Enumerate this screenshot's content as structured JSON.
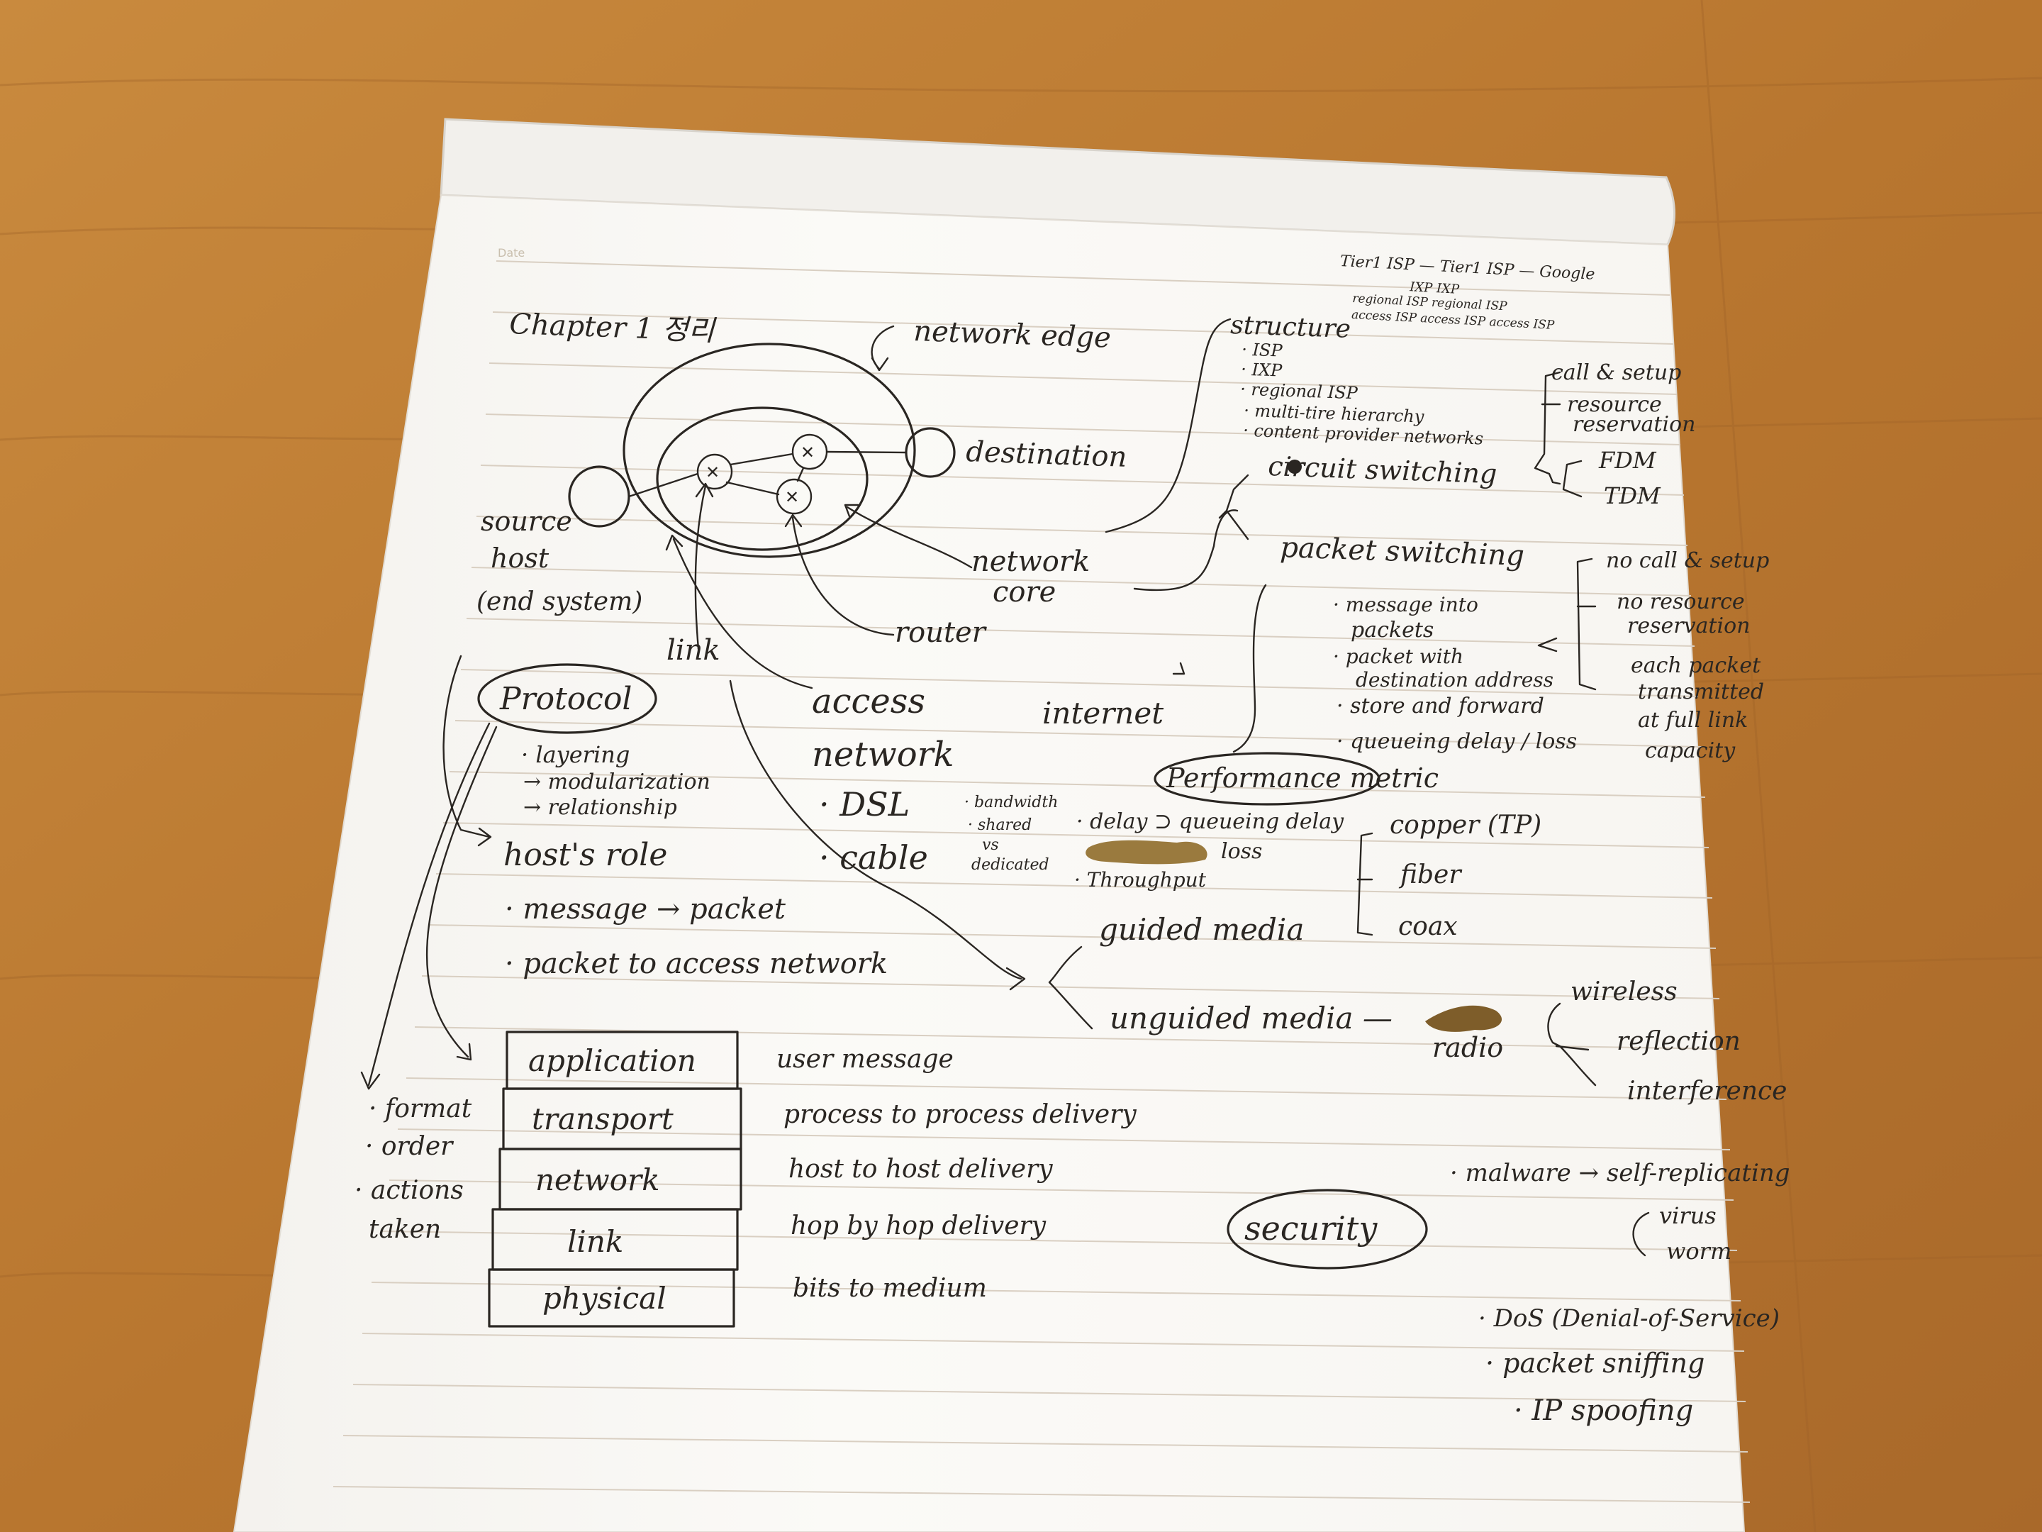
{
  "scene": "handwritten study notes on a lined notepad on a wooden desk",
  "colors": {
    "desk": "#b8762f",
    "paper": "#fbfaf7",
    "ink": "#2a2622",
    "rule": "#d9cfc2",
    "gold": "#9a7a3e"
  },
  "notes": {
    "date_label": "Date",
    "title": "Chapter 1 정리",
    "diagram": {
      "network_edge": "network edge",
      "destination": "destination",
      "source": "source",
      "host": "host",
      "end_system": "(end system)",
      "link": "link",
      "router": "router",
      "network_core": "network",
      "network_core2": "core",
      "access": "access",
      "access_network": "network",
      "dsl": "· DSL",
      "cable": "· cable",
      "internet": "internet",
      "bw1": "· bandwidth",
      "bw2": "· shared",
      "bw3": "vs",
      "bw4": "dedicated"
    },
    "protocol": {
      "title": "Protocol",
      "items": [
        "· layering",
        "→ modularization",
        "→ relationship"
      ]
    },
    "host_role": {
      "title": "host's role",
      "items": [
        "· message → packet",
        "· packet to access network"
      ]
    },
    "stack": {
      "layers": [
        "application",
        "transport",
        "network",
        "link",
        "physical"
      ],
      "descriptions": [
        "user message",
        "process to process delivery",
        "host to host delivery",
        "hop by hop delivery",
        "bits to medium"
      ],
      "side": [
        "· format",
        "· order",
        "· actions",
        "taken"
      ]
    },
    "isp": {
      "line1": "Tier1 ISP — Tier1 ISP — Google",
      "line2": "IXP     IXP",
      "line3": "regional ISP   regional ISP",
      "line4": "access ISP  access ISP  access ISP"
    },
    "structure": {
      "title": "structure",
      "items": [
        "· ISP",
        "· IXP",
        "· regional ISP",
        "· multi-tire hierarchy",
        "· content provider networks"
      ]
    },
    "circuit": {
      "title": "circuit switching",
      "b1": "call & setup",
      "b2": "resource",
      "b2b": "reservation",
      "fdm": "FDM",
      "tdm": "TDM"
    },
    "packet": {
      "title": "packet switching",
      "right": [
        "no call & setup",
        "no resource",
        "reservation",
        "each packet",
        "transmitted",
        "at full link",
        "capacity"
      ],
      "left": [
        "· message into",
        "packets",
        "· packet with",
        "destination address",
        "· store and forward",
        "· queueing delay / loss"
      ]
    },
    "performance": {
      "title": "Performance metric",
      "items": [
        "· delay ⊃ queueing delay",
        "loss",
        "· Throughput"
      ]
    },
    "media": {
      "copper": "copper (TP)",
      "fiber": "fiber",
      "coax": "coax",
      "guided": "guided media",
      "unguided": "unguided media —",
      "radio": "radio",
      "wireless": "wireless",
      "reflection": "reflection",
      "interference": "interference"
    },
    "security": {
      "title": "security",
      "malware": "· malware → self-replicating",
      "virus": "virus",
      "worm": "worm",
      "dos": "· DoS (Denial-of-Service)",
      "sniff": "· packet sniffing",
      "spoof": "· IP spoofing"
    }
  }
}
